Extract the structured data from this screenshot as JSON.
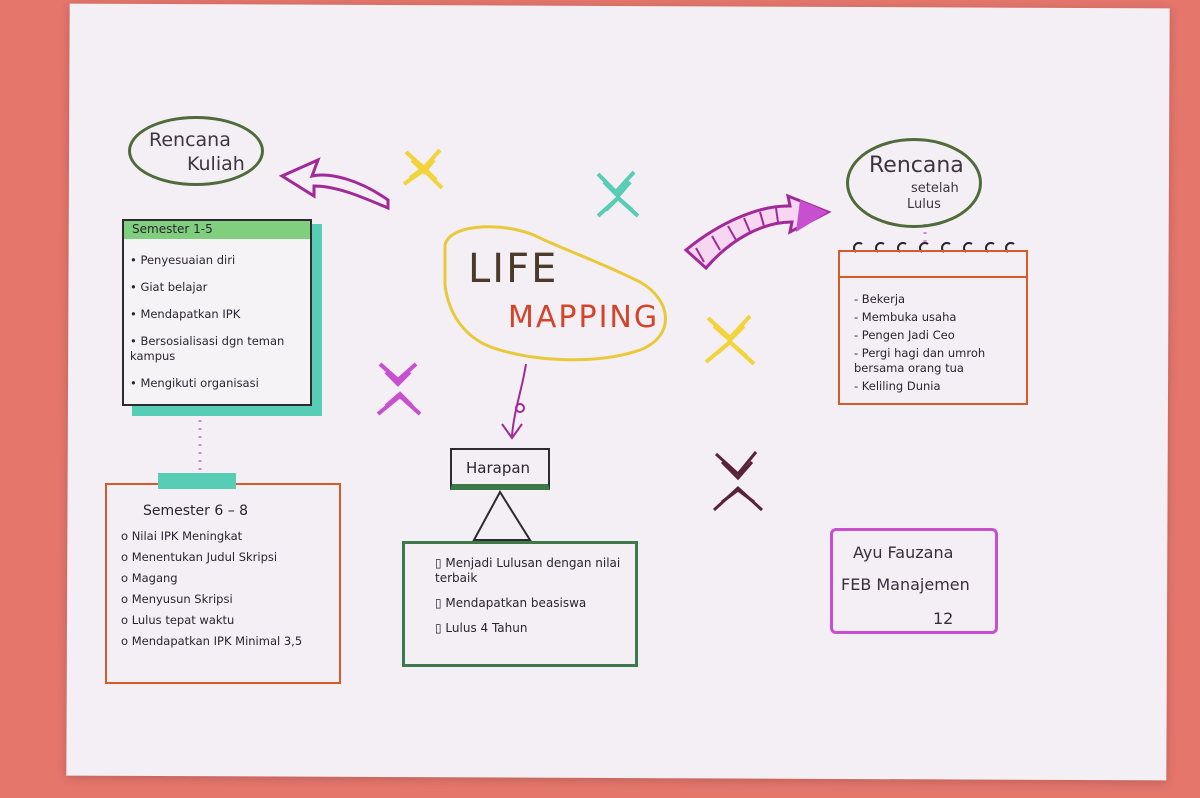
{
  "center": {
    "title_line1": "LIFE",
    "title_line2": "MAPPING"
  },
  "rencana_kuliah": {
    "line1": "Rencana",
    "line2": "Kuliah"
  },
  "semester_1_5": {
    "title": "Semester 1-5",
    "items": [
      "• Penyesuaian diri",
      "• Giat belajar",
      "• Mendapatkan IPK",
      "• Bersosialisasi dgn teman kampus",
      "• Mengikuti organisasi"
    ]
  },
  "semester_6_8": {
    "title": "Semester 6 – 8",
    "items": [
      "o Nilai IPK Meningkat",
      "o Menentukan Judul Skripsi",
      "o Magang",
      "o Menyusun Skripsi",
      "o Lulus tepat waktu",
      "o Mendapatkan IPK Minimal 3,5"
    ]
  },
  "harapan": {
    "title": "Harapan",
    "items": [
      "▯  Menjadi Lulusan dengan nilai terbaik",
      "▯  Mendapatkan beasiswa",
      "▯  Lulus 4 Tahun"
    ]
  },
  "rencana_lulus": {
    "line1": "Rencana",
    "line2": "setelah",
    "line3": "Lulus"
  },
  "setelah_lulus_list": [
    "- Bekerja",
    "- Membuka usaha",
    "- Pengen Jadi Ceo",
    "- Pergi hagi dan umroh bersama orang tua",
    "- Keliling Dunia"
  ],
  "namecard": {
    "name": "Ayu Fauzana",
    "program": "FEB Manajemen",
    "number": "12"
  },
  "colors": {
    "background": "#e4766c",
    "paper": "#f3eff4",
    "accent_teal": "#57cdb6",
    "accent_yellow": "#f2d43a",
    "accent_purple": "#c84fd0",
    "accent_orange": "#d65a2a",
    "accent_green": "#3c7a4a"
  }
}
